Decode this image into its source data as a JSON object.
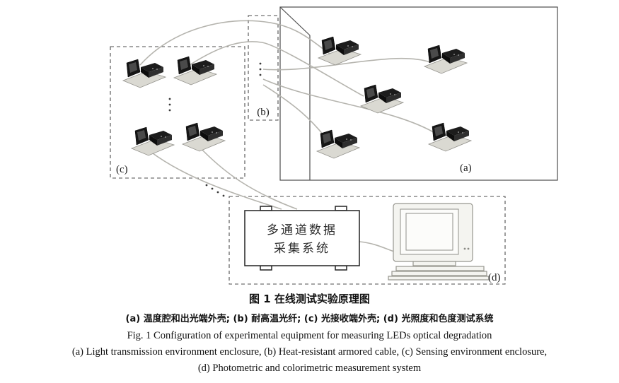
{
  "figure": {
    "labels": {
      "a": "(a)",
      "b": "(b)",
      "c": "(c)",
      "d": "(d)"
    },
    "daq_box": {
      "line1": "多通道数据",
      "line2": "采集系统"
    },
    "caption": {
      "cn_title": "图 1  在线测试实验原理图",
      "cn_parts": "(a) 温度腔和出光端外壳; (b) 耐高温光纤; (c) 光接收端外壳; (d) 光照度和色度测试系统",
      "en_title": "Fig. 1  Configuration of experimental equipment for measuring LEDs optical degradation",
      "en_parts_1": "(a) Light transmission environment enclosure, (b) Heat-resistant armored cable, (c) Sensing environment enclosure,",
      "en_parts_2": "(d) Photometric and colorimetric measurement system"
    },
    "colors": {
      "cable": "#b5b4ae",
      "enclosure_stroke": "#4d4d4d",
      "device_dark": "#161616",
      "device_base": "#dad9d2"
    }
  }
}
